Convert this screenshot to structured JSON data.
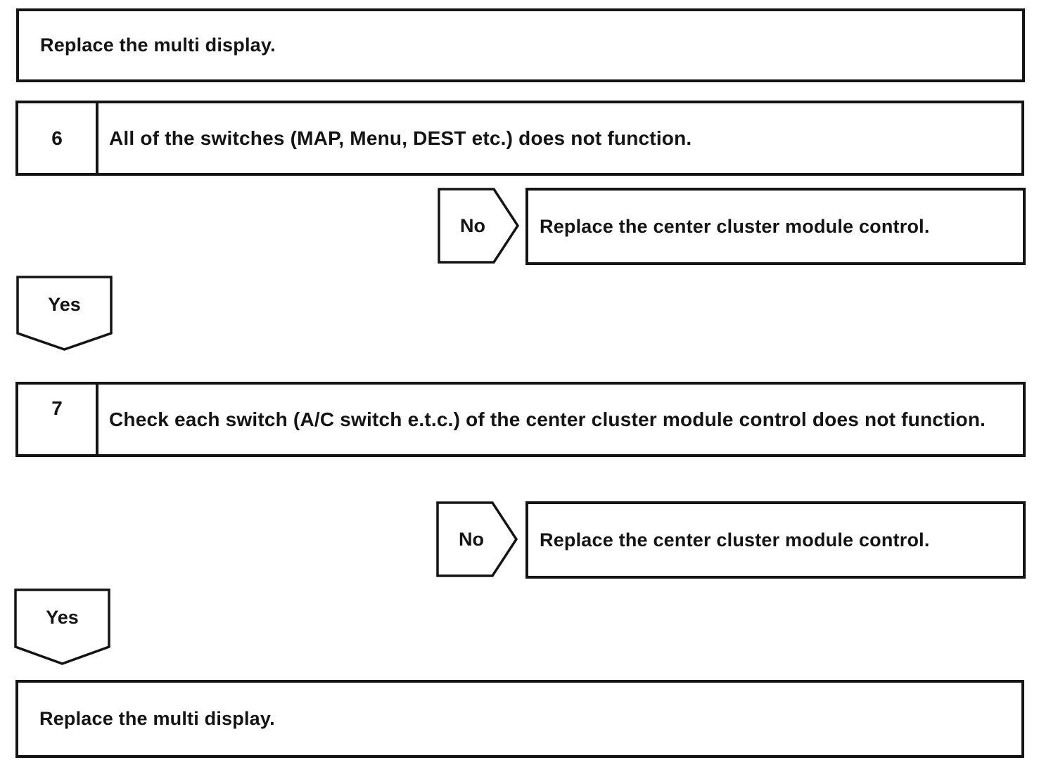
{
  "flowchart": {
    "top_result": {
      "text": "Replace the multi display."
    },
    "step6": {
      "number": "6",
      "text": "All of the switches (MAP, Menu, DEST etc.) does not function."
    },
    "no_branch_1": {
      "label": "No",
      "result": "Replace the center cluster module control."
    },
    "yes_branch_1": {
      "label": "Yes"
    },
    "step7": {
      "number": "7",
      "text": "Check each switch (A/C switch e.t.c.) of the center cluster module control does not function."
    },
    "no_branch_2": {
      "label": "No",
      "result": "Replace the center cluster module control."
    },
    "yes_branch_2": {
      "label": "Yes"
    },
    "bottom_result": {
      "text": "Replace the multi display."
    }
  },
  "colors": {
    "ink": "#141414",
    "background": "#ffffff"
  }
}
